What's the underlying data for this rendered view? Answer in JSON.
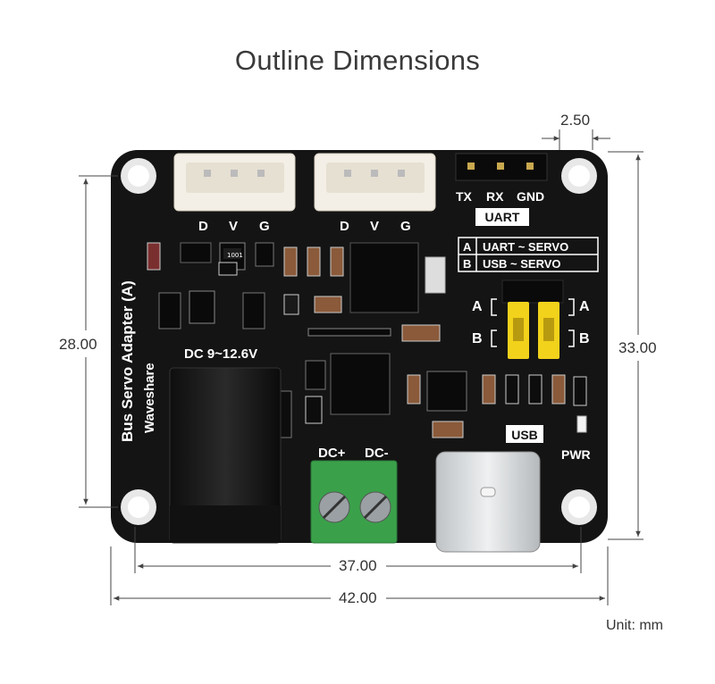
{
  "title": "Outline Dimensions",
  "dimensions": {
    "width_outer": "42.00",
    "width_holes": "37.00",
    "height_outer": "33.00",
    "height_holes": "28.00",
    "edge_offset": "2.50"
  },
  "unit_label": "Unit: mm",
  "board": {
    "name": "Bus Servo Adapter (A)",
    "brand": "Waveshare",
    "connector_pins": [
      "D",
      "V",
      "G"
    ],
    "uart_pins": [
      "TX",
      "RX",
      "GND"
    ],
    "uart_label": "UART",
    "mode_table": [
      {
        "key": "A",
        "value": "UART ~ SERVO"
      },
      {
        "key": "B",
        "value": "USB ~ SERVO"
      }
    ],
    "jumper_left_a": "A",
    "jumper_left_b": "B",
    "jumper_right_a": "A",
    "jumper_right_b": "B",
    "dc_label": "DC 9~12.6V",
    "dc_plus": "DC+",
    "dc_minus": "DC-",
    "usb_label": "USB",
    "pwr_label": "PWR",
    "resistor_code": "1001"
  },
  "colors": {
    "pcb": "#141414",
    "silkscreen": "#ffffff",
    "connector": "#f3efe6",
    "terminal_block": "#3aa14a",
    "jumper": "#f2d21b",
    "dimension_line": "#444444"
  }
}
